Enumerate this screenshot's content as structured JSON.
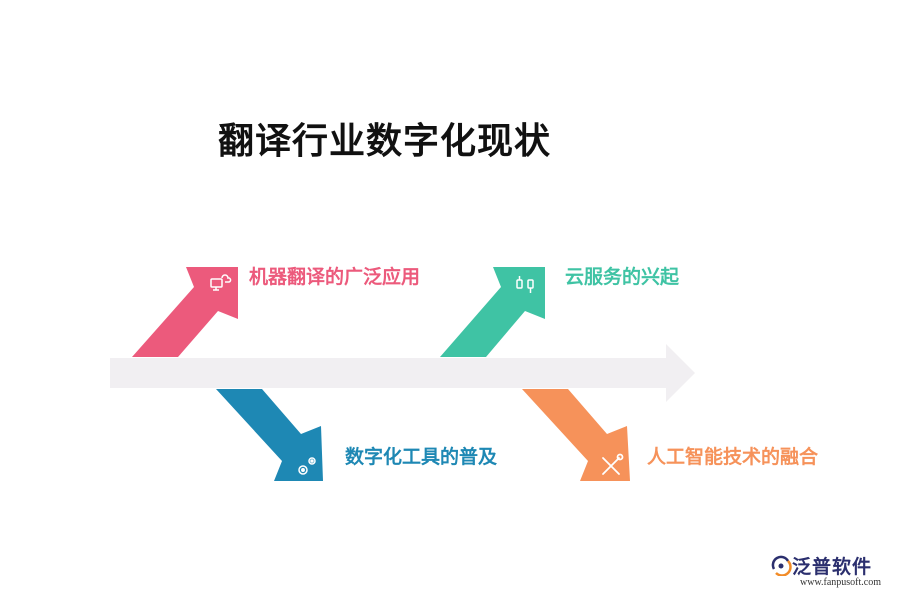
{
  "title": "翻译行业数字化现状",
  "branches": [
    {
      "label": "机器翻译的广泛应用",
      "color": "#ec5a7c",
      "icon": "cloud-computer-icon"
    },
    {
      "label": "数字化工具的普及",
      "color": "#1e88b4",
      "icon": "gears-icon"
    },
    {
      "label": "云服务的兴起",
      "color": "#3fc3a4",
      "icon": "plug-icon"
    },
    {
      "label": "人工智能技术的融合",
      "color": "#f6925a",
      "icon": "tools-icon"
    }
  ],
  "spine_color": "#f1eff2",
  "logo": {
    "name": "泛普软件",
    "url": "www.fanpusoft.com"
  }
}
